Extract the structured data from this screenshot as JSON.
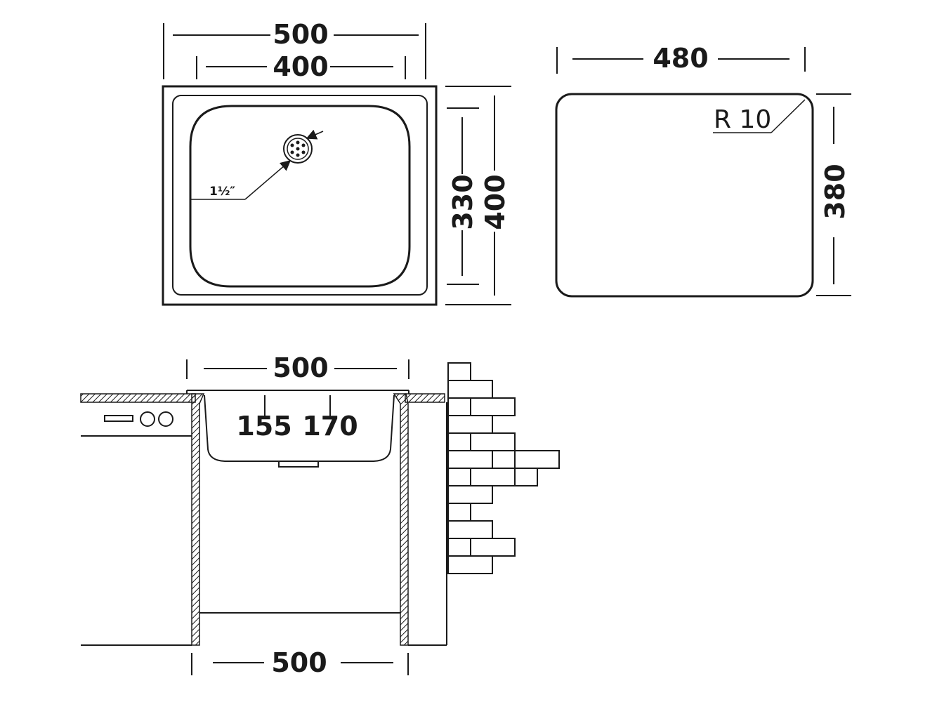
{
  "top_view": {
    "outer_width": "500",
    "inner_width": "400",
    "inner_height": "330",
    "outer_height": "400",
    "drain_size": "1½″"
  },
  "cutout_view": {
    "width": "480",
    "height": "380",
    "corner_radius": "R 10"
  },
  "side_view": {
    "sink_width": "500",
    "depth_front": "155",
    "depth_back": "170",
    "cabinet_width": "500"
  }
}
